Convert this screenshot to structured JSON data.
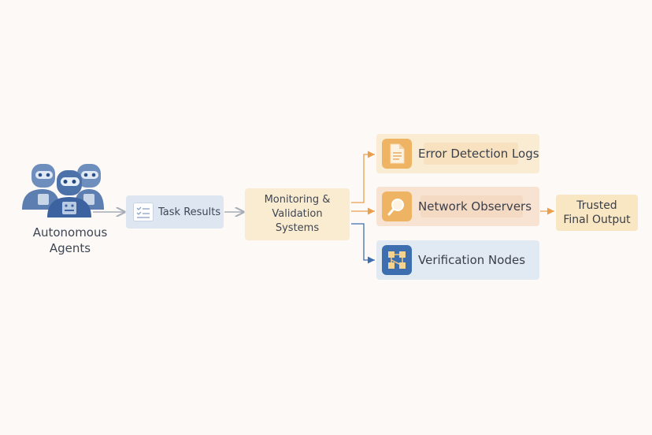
{
  "nodes": {
    "agents": {
      "label": "Autonomous\nAgents"
    },
    "task_results": {
      "label": "Task Results"
    },
    "monitoring": {
      "label": "Monitoring &\nValidation\nSystems"
    },
    "error_logs": {
      "label": "Error Detection Logs",
      "icon": "document-icon"
    },
    "network_observers": {
      "label": "Network Observers",
      "icon": "magnifier-icon"
    },
    "verification_nodes": {
      "label": "Verification Nodes",
      "icon": "network-grid-icon"
    },
    "output": {
      "label": "Trusted\nFinal Output"
    }
  },
  "colors": {
    "background": "#fcf9f6",
    "orange_accent": "#e8a04d",
    "blue_accent": "#3d6fb0",
    "gray_arrow": "#a7adb6"
  }
}
